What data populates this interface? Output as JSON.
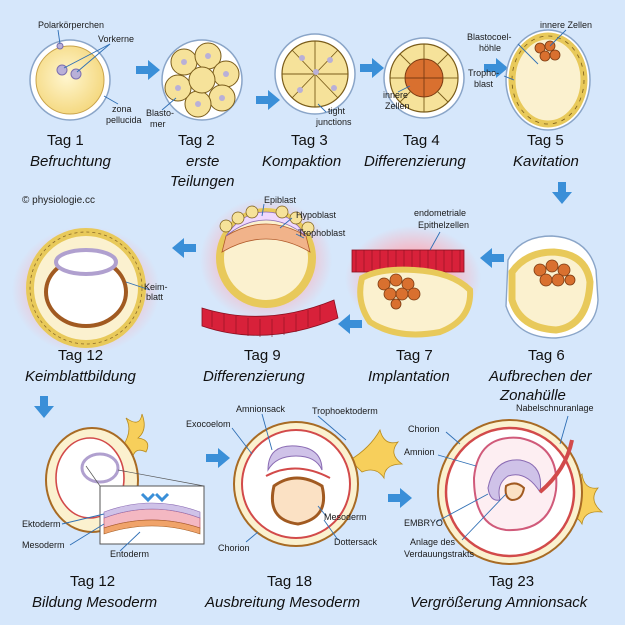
{
  "copyright": "© physiologie.cc",
  "colors": {
    "background": "#d6e7fb",
    "arrow": "#3a8fd8",
    "cell": "#f6e29a",
    "cell_outline": "#7a5c1a",
    "inner_cells": "#d9702f",
    "endometrium": "#d8213a",
    "glow": "#f5b8c6"
  },
  "stages": [
    {
      "day": "Tag 1",
      "caption": [
        "Befruchtung"
      ],
      "labels": [
        "Polarkörperchen",
        "Vorkerne",
        "zona",
        "pellucida"
      ]
    },
    {
      "day": "Tag 2",
      "caption": [
        "erste",
        "Teilungen"
      ],
      "labels": [
        "Blasto-",
        "mer"
      ]
    },
    {
      "day": "Tag 3",
      "caption": [
        "Kompaktion"
      ],
      "labels": [
        "tight",
        "junctions"
      ]
    },
    {
      "day": "Tag 4",
      "caption": [
        "Differenzierung"
      ],
      "labels": [
        "innere",
        "Zellen"
      ]
    },
    {
      "day": "Tag 5",
      "caption": [
        "Kavitation"
      ],
      "labels": [
        "innere Zellen",
        "Blastocoel-",
        "höhle",
        "Tropho-",
        "blast"
      ]
    },
    {
      "day": "Tag 6",
      "caption": [
        "Aufbrechen der",
        "Zonahülle"
      ],
      "labels": []
    },
    {
      "day": "Tag 7",
      "caption": [
        "Implantation"
      ],
      "labels": [
        "endometriale",
        "Epithelzellen"
      ]
    },
    {
      "day": "Tag 9",
      "caption": [
        "Differenzierung"
      ],
      "labels": [
        "Epiblast",
        "Hypoblast",
        "Trophoblast"
      ]
    },
    {
      "day": "Tag 12",
      "caption": [
        "Keimblattbildung"
      ],
      "labels": [
        "Keim-",
        "blatt"
      ]
    },
    {
      "day": "Tag 12",
      "caption": [
        "Bildung Mesoderm"
      ],
      "labels": [
        "Ektoderm",
        "Mesoderm",
        "Entoderm"
      ]
    },
    {
      "day": "Tag 18",
      "caption": [
        "Ausbreitung Mesoderm"
      ],
      "labels": [
        "Amnionsack",
        "Exocoelom",
        "Trophoektoderm",
        "Mesoderm",
        "Dottersack",
        "Chorion"
      ]
    },
    {
      "day": "Tag 23",
      "caption": [
        "Vergrößerung Amnionsack"
      ],
      "labels": [
        "Chorion",
        "Amnion",
        "Nabelschnuranlage",
        "EMBRYO",
        "Anlage des",
        "Verdauungstrakts"
      ]
    }
  ]
}
